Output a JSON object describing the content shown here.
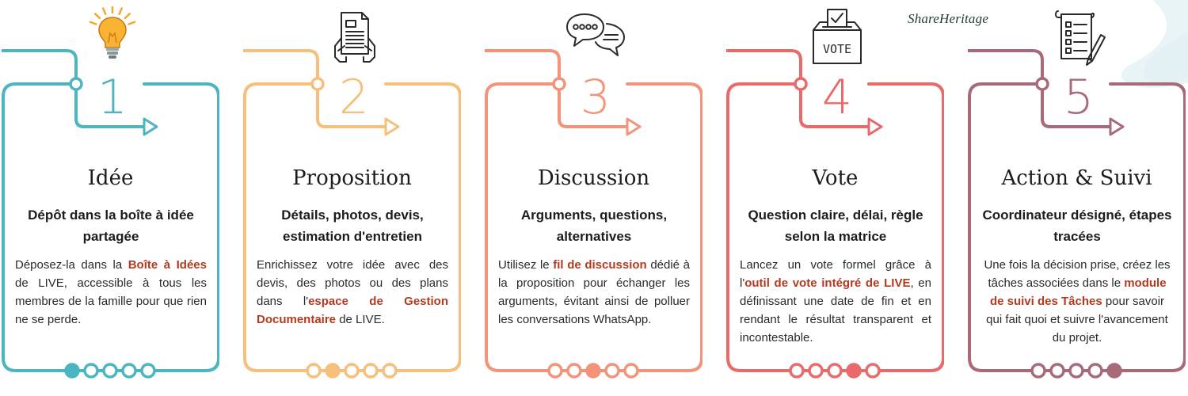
{
  "brand": "ShareHeritage",
  "steps": [
    {
      "number": "1",
      "title": "Idée",
      "subtitle": "Dépôt dans la boîte à idée partagée",
      "color": "#4bb5c1",
      "icon": "lightbulb-icon",
      "active_dot": 0,
      "align": "just",
      "desc": [
        {
          "t": "Déposez-la dans la "
        },
        {
          "t": "Boîte à Idées",
          "h": true
        },
        {
          "t": " de LIVE, accessible à tous les membres de la famille pour que rien ne se perde."
        }
      ]
    },
    {
      "number": "2",
      "title": "Proposition",
      "subtitle": "Détails, photos, devis, estimation d'entretien",
      "color": "#f6bf7b",
      "icon": "document-hands-icon",
      "active_dot": 1,
      "align": "just",
      "desc": [
        {
          "t": "Enrichissez votre idée avec des devis, des photos ou des plans dans l'"
        },
        {
          "t": "espace de Gestion Documentaire",
          "h": true
        },
        {
          "t": " de LIVE."
        }
      ]
    },
    {
      "number": "3",
      "title": "Discussion",
      "subtitle": "Arguments, questions, alternatives",
      "color": "#f3937a",
      "icon": "chat-bubbles-icon",
      "active_dot": 2,
      "align": "just",
      "desc": [
        {
          "t": "Utilisez le "
        },
        {
          "t": "fil de discussion",
          "h": true
        },
        {
          "t": " dédié à la proposition pour échanger les arguments, évitant ainsi de polluer les conversations WhatsApp."
        }
      ]
    },
    {
      "number": "4",
      "title": "Vote",
      "subtitle": "Question claire, délai, règle selon la matrice",
      "color": "#e96a6a",
      "icon": "ballot-box-icon",
      "icon_label": "VOTE",
      "active_dot": 3,
      "align": "just",
      "desc": [
        {
          "t": "Lancez un vote formel grâce à l'"
        },
        {
          "t": "outil de vote intégré de LIVE",
          "h": true
        },
        {
          "t": ", en définissant une date de fin et en rendant le résultat transparent et incontestable."
        }
      ]
    },
    {
      "number": "5",
      "title": "Action & Suivi",
      "subtitle": "Coordinateur désigné, étapes tracées",
      "color": "#a86a78",
      "icon": "checklist-icon",
      "active_dot": 4,
      "align": "center",
      "desc": [
        {
          "t": "Une fois la décision prise, créez les tâches associées dans le "
        },
        {
          "t": "module de suivi des Tâches",
          "h": true
        },
        {
          "t": " pour savoir qui fait quoi et suivre l'avancement du projet."
        }
      ]
    }
  ]
}
